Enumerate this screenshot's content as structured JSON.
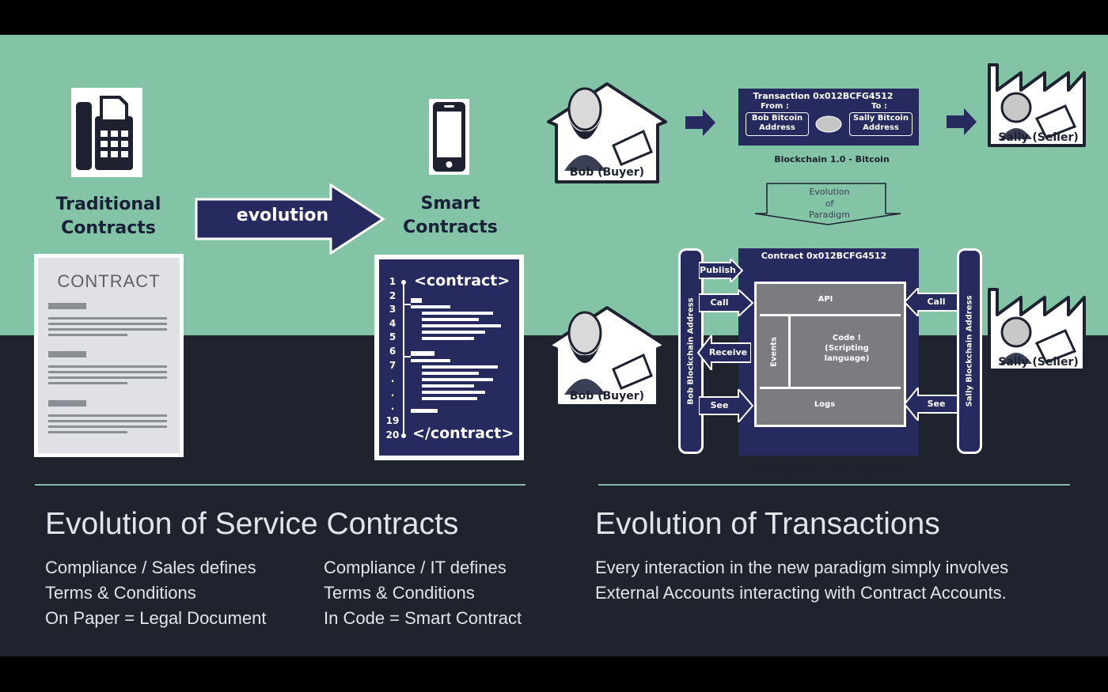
{
  "left": {
    "traditional_label": [
      "Traditional",
      "Contracts"
    ],
    "evolution_arrow_label": "evolution",
    "smart_label": [
      "Smart",
      "Contracts"
    ],
    "contract_doc_heading": "CONTRACT",
    "code_doc": {
      "open_tag": "<contract>",
      "close_tag": "</contract>",
      "line_numbers": [
        "1",
        "2",
        "3",
        "4",
        "5",
        "6",
        "7",
        ".",
        ".",
        ".",
        "19",
        "20"
      ]
    }
  },
  "right": {
    "buyer_label": "Bob (Buyer)",
    "seller_label": "Sally (Seller)",
    "tx": {
      "title": "Transaction 0x012BCFG4512",
      "from_label": "From :",
      "to_label": "To :",
      "from_addr": [
        "Bob Bitcoin",
        "Address"
      ],
      "to_addr": [
        "Sally Bitcoin",
        "Address"
      ],
      "caption": "Blockchain 1.0 - Bitcoin"
    },
    "paradigm_arrow": [
      "Evolution",
      "of",
      "Paradigm"
    ],
    "contract": {
      "title": "Contract 0x012BCFG4512",
      "api": "API",
      "events": "Events",
      "code": [
        "Code !",
        "(Scripting",
        "language)"
      ],
      "logs": "Logs",
      "caption": "Blockchain 2.0 - e.g. Ethereum, ...",
      "bob_bar": "Bob Blockchain Address",
      "sally_bar": "Sally Blockchain Address",
      "left_arrows": [
        "Publish",
        "Call",
        "Receive",
        "See"
      ],
      "right_arrows": [
        "Call",
        "See"
      ]
    }
  },
  "bottom": {
    "left_title": "Evolution of Service Contracts",
    "left_col1": [
      "Compliance / Sales defines",
      "Terms & Conditions",
      "On Paper = Legal Document"
    ],
    "left_col2": [
      "Compliance / IT defines",
      "Terms & Conditions",
      "In Code = Smart Contract"
    ],
    "right_title": "Evolution of Transactions",
    "right_text": [
      "Every interaction in the new paradigm simply involves",
      "External Accounts interacting with Contract Accounts."
    ]
  },
  "colors": {
    "mint": "#84c4a6",
    "dark": "#1f232d",
    "navy": "#262a5e"
  }
}
